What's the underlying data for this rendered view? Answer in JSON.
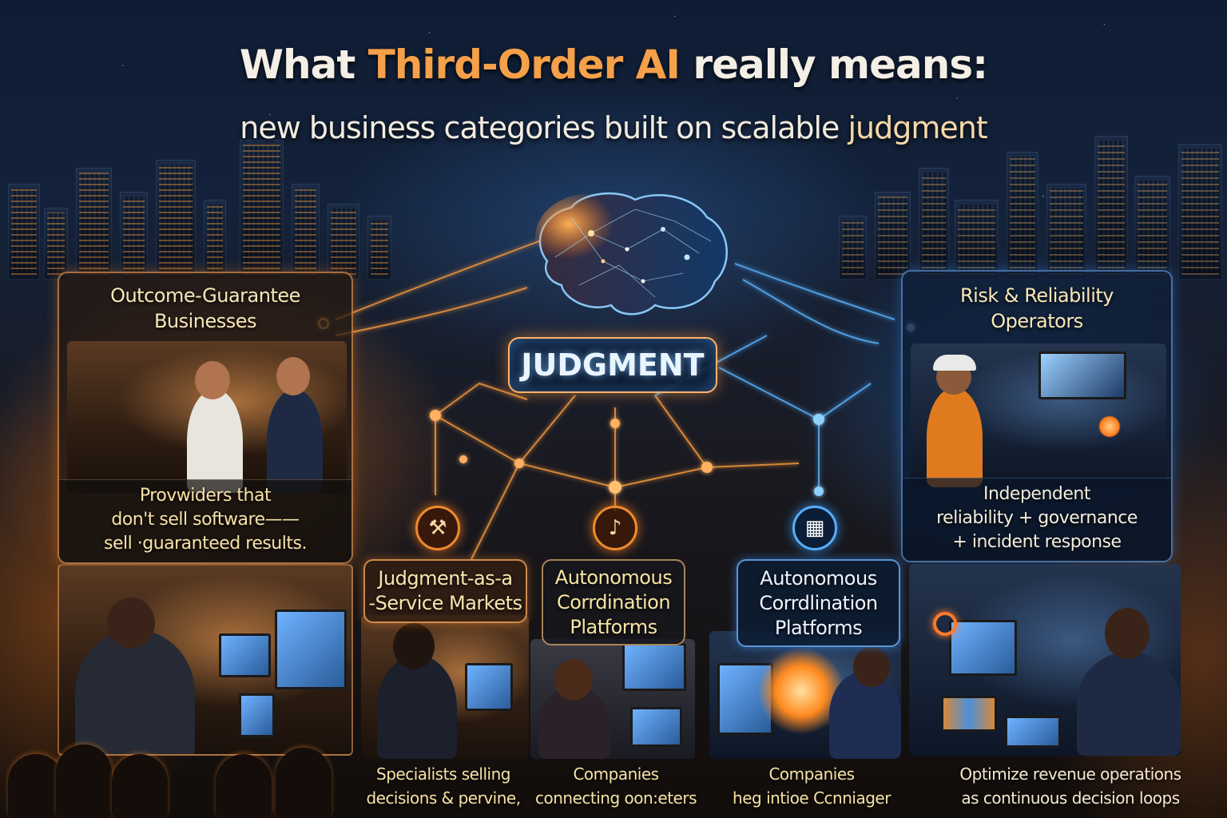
{
  "header": {
    "title_prefix": "What",
    "title_accent": "Third-Order AI",
    "title_suffix": "really means:",
    "subtitle_main": "new business categories built on scalable",
    "subtitle_last": "judgment"
  },
  "hub": {
    "label": "JUDGMENT",
    "icon": "brain-network-icon"
  },
  "panels": {
    "left": {
      "title_line1": "Outcome-Guarantee",
      "title_line2": "Businesses",
      "desc_line1": "Provwiders that",
      "desc_line2": "don't sell software——",
      "desc_line3": "sell ·guaranteed results."
    },
    "right": {
      "title_line1": "Risk & Reliability",
      "title_line2": "Operators",
      "desc_line1": "Independent",
      "desc_line2": "reliability + governance",
      "desc_line3": "+ incident response"
    }
  },
  "subcards": [
    {
      "title_line1": "Judgment-as-a",
      "title_line2": "-Service Markets",
      "desc_line1": "Specialists selling",
      "desc_line2": "decisions & pervine,",
      "icon": "tools-icon",
      "icon_glyph": "⚒"
    },
    {
      "title_line1": "Autonomous",
      "title_line2": "Corrdination",
      "title_line3": "Platforms",
      "desc_line1": "Companies",
      "desc_line2": "connecting oon:eters",
      "icon": "music-note-icon",
      "icon_glyph": "♪"
    },
    {
      "title_line1": "Autonomous",
      "title_line2": "Corrdlination",
      "title_line3": "Platforms",
      "desc_line1": "Companies",
      "desc_line2": "heg intioe Ccnniager",
      "icon": "grid-icon",
      "icon_glyph": "▦"
    },
    {
      "desc_line1": "Optimize revenue operations",
      "desc_line2": "as continuous decision loops"
    }
  ],
  "colors": {
    "accent_orange": "#f5a04a",
    "title_white": "#f4efe6",
    "panel_text_gold": "#f7e7b8",
    "glow_blue": "#56aefc",
    "glow_orange": "#f08a2c",
    "background_navy": "#0f1c33"
  }
}
